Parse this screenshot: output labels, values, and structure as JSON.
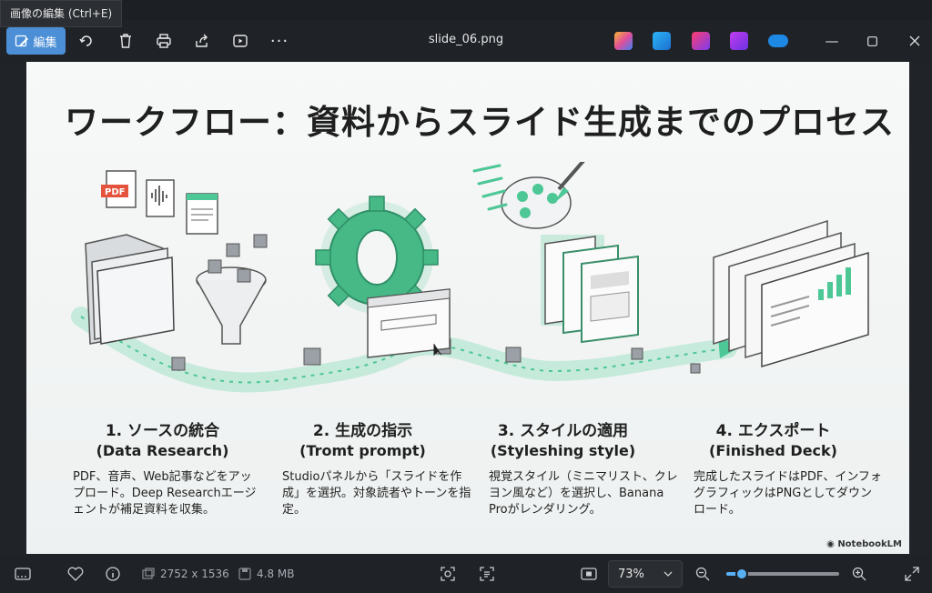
{
  "tooltip": "画像の編集 (Ctrl+E)",
  "toolbar": {
    "edit_label": "編集",
    "filename": "slide_06.png"
  },
  "slide": {
    "title": "ワークフロー：資料からスライド生成までのプロセス",
    "steps": [
      {
        "title": "1. ソースの統合",
        "subtitle": "(Data Research)",
        "desc": "PDF、音声、Web記事などをアップロード。Deep Researchエージェントが補足資料を収集。"
      },
      {
        "title": "2. 生成の指示",
        "subtitle": "(Tromt prompt)",
        "desc": "Studioパネルから「スライドを作成」を選択。対象読者やトーンを指定。"
      },
      {
        "title": "3. スタイルの適用",
        "subtitle": "(Styleshing style)",
        "desc": "視覚スタイル（ミニマリスト、クレヨン風など）を選択し、Banana Proがレンダリング。"
      },
      {
        "title": "4. エクスポート",
        "subtitle": "(Finished Deck)",
        "desc": "完成したスライドはPDF、インフォグラフィックはPNGとしてダウンロード。"
      }
    ],
    "pdf_label": "PDF",
    "brand": "NotebookLM"
  },
  "status": {
    "dimensions": "2752 x 1536",
    "size": "4.8 MB",
    "zoom": "73%",
    "zoom_fraction": 0.14
  },
  "colors": {
    "accent": "#4c8fd6",
    "slide_green": "#3ec28a",
    "slider": "#59b1f5"
  }
}
